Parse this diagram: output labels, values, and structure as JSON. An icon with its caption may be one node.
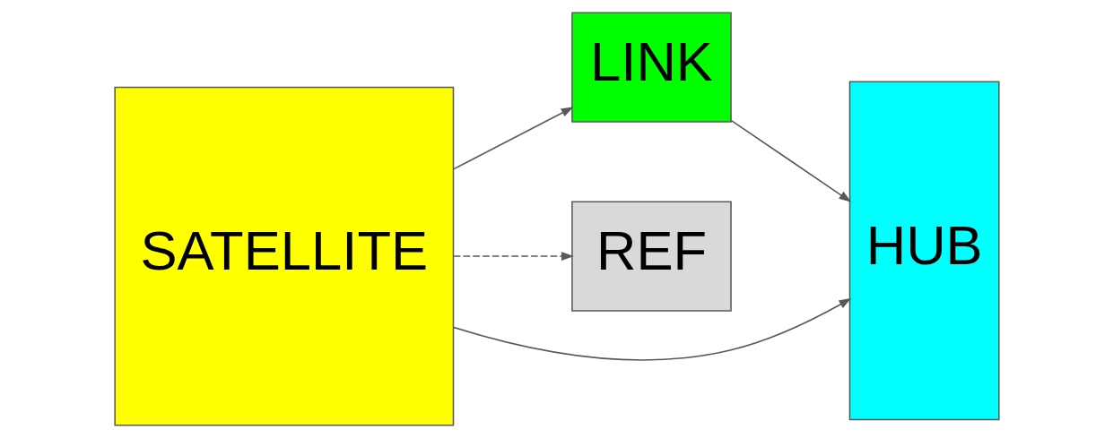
{
  "diagram": {
    "nodes": [
      {
        "text": [
          "SATELLITE"
        ]
      },
      {
        "text": [
          "LINK"
        ]
      },
      {
        "text": [
          "REF"
        ]
      },
      {
        "text": [
          "HUB"
        ]
      }
    ],
    "edges": [
      {
        "from": 0,
        "to": 1,
        "arrow": "to"
      },
      {
        "from": 0,
        "to": 3,
        "arrow": "to"
      },
      {
        "from": 0,
        "to": 2,
        "arrow": "to",
        "style": "dashed"
      },
      {
        "from": 1,
        "to": 3,
        "arrow": "to"
      }
    ]
  }
}
